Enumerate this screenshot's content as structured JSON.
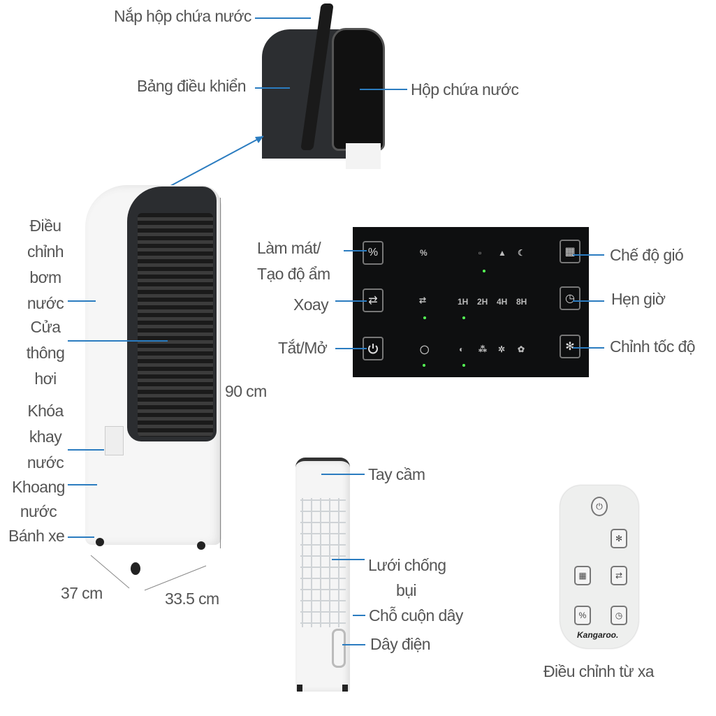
{
  "labels": {
    "lid": "Nắp hộp chứa nước",
    "control_panel": "Bảng điều khiển",
    "water_tank": "Hộp chứa nước",
    "pump_adjust": [
      "Điều",
      "chỉnh",
      "bơm",
      "nước"
    ],
    "vent": [
      "Cửa",
      "thông",
      "hơi"
    ],
    "tray_lock": [
      "Khóa",
      "khay",
      "nước"
    ],
    "water_compartment": [
      "Khoang",
      "nước"
    ],
    "wheels": "Bánh xe",
    "height": "90 cm",
    "depth": "37 cm",
    "width": "33.5 cm",
    "cool_humidify": [
      "Làm mát/",
      "Tạo độ ẩm"
    ],
    "swing": "Xoay",
    "power": "Tắt/Mở",
    "wind_mode": "Chế độ gió",
    "timer": "Hẹn giờ",
    "speed": "Chỉnh tốc độ",
    "handle": "Tay cầm",
    "dust_filter": [
      "Lưới chống",
      "bụi"
    ],
    "cord_wrap": "Chỗ cuộn dây",
    "power_cord": "Dây điện",
    "remote": "Điều chỉnh từ xa"
  },
  "panel": {
    "timers": [
      "1H",
      "2H",
      "4H",
      "8H"
    ]
  },
  "remote": {
    "brand": "Kangaroo."
  },
  "colors": {
    "leader": "#2b7cc0",
    "panel": "#0e0f10",
    "led": "#55ff55"
  }
}
